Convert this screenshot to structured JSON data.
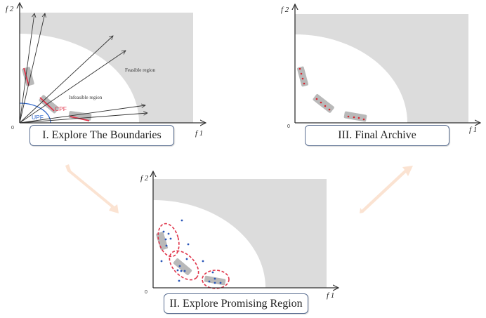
{
  "colors": {
    "feasible_gray": "#dcdcdc",
    "segment_gray": "#b9b9b9",
    "cpf_red": "#e0344a",
    "upf_blue": "#2f66c9",
    "dot_blue": "#2a56b8",
    "dot_red": "#d8232f",
    "ellipse_red": "#e0344a",
    "flow_arrow": "#fbe3d2",
    "axis": "#333333",
    "label_border": "#5a6e91"
  },
  "axes": {
    "x_label": "f 1",
    "y_label": "f 2",
    "origin_label": "0"
  },
  "panels": [
    {
      "id": "I",
      "title": "I.  Explore The Boundaries",
      "feasible_label": "Feasible region",
      "infeasible_label": "Infeasible region",
      "cpf_label": "CPF",
      "upf_label": "UPF",
      "direction_vectors": 6
    },
    {
      "id": "II",
      "title": "II.  Explore Promising Region",
      "cluster_count": 3
    },
    {
      "id": "III",
      "title": "III.  Final Archive",
      "segment_count": 3
    }
  ],
  "flow": [
    "I",
    "II",
    "III"
  ]
}
